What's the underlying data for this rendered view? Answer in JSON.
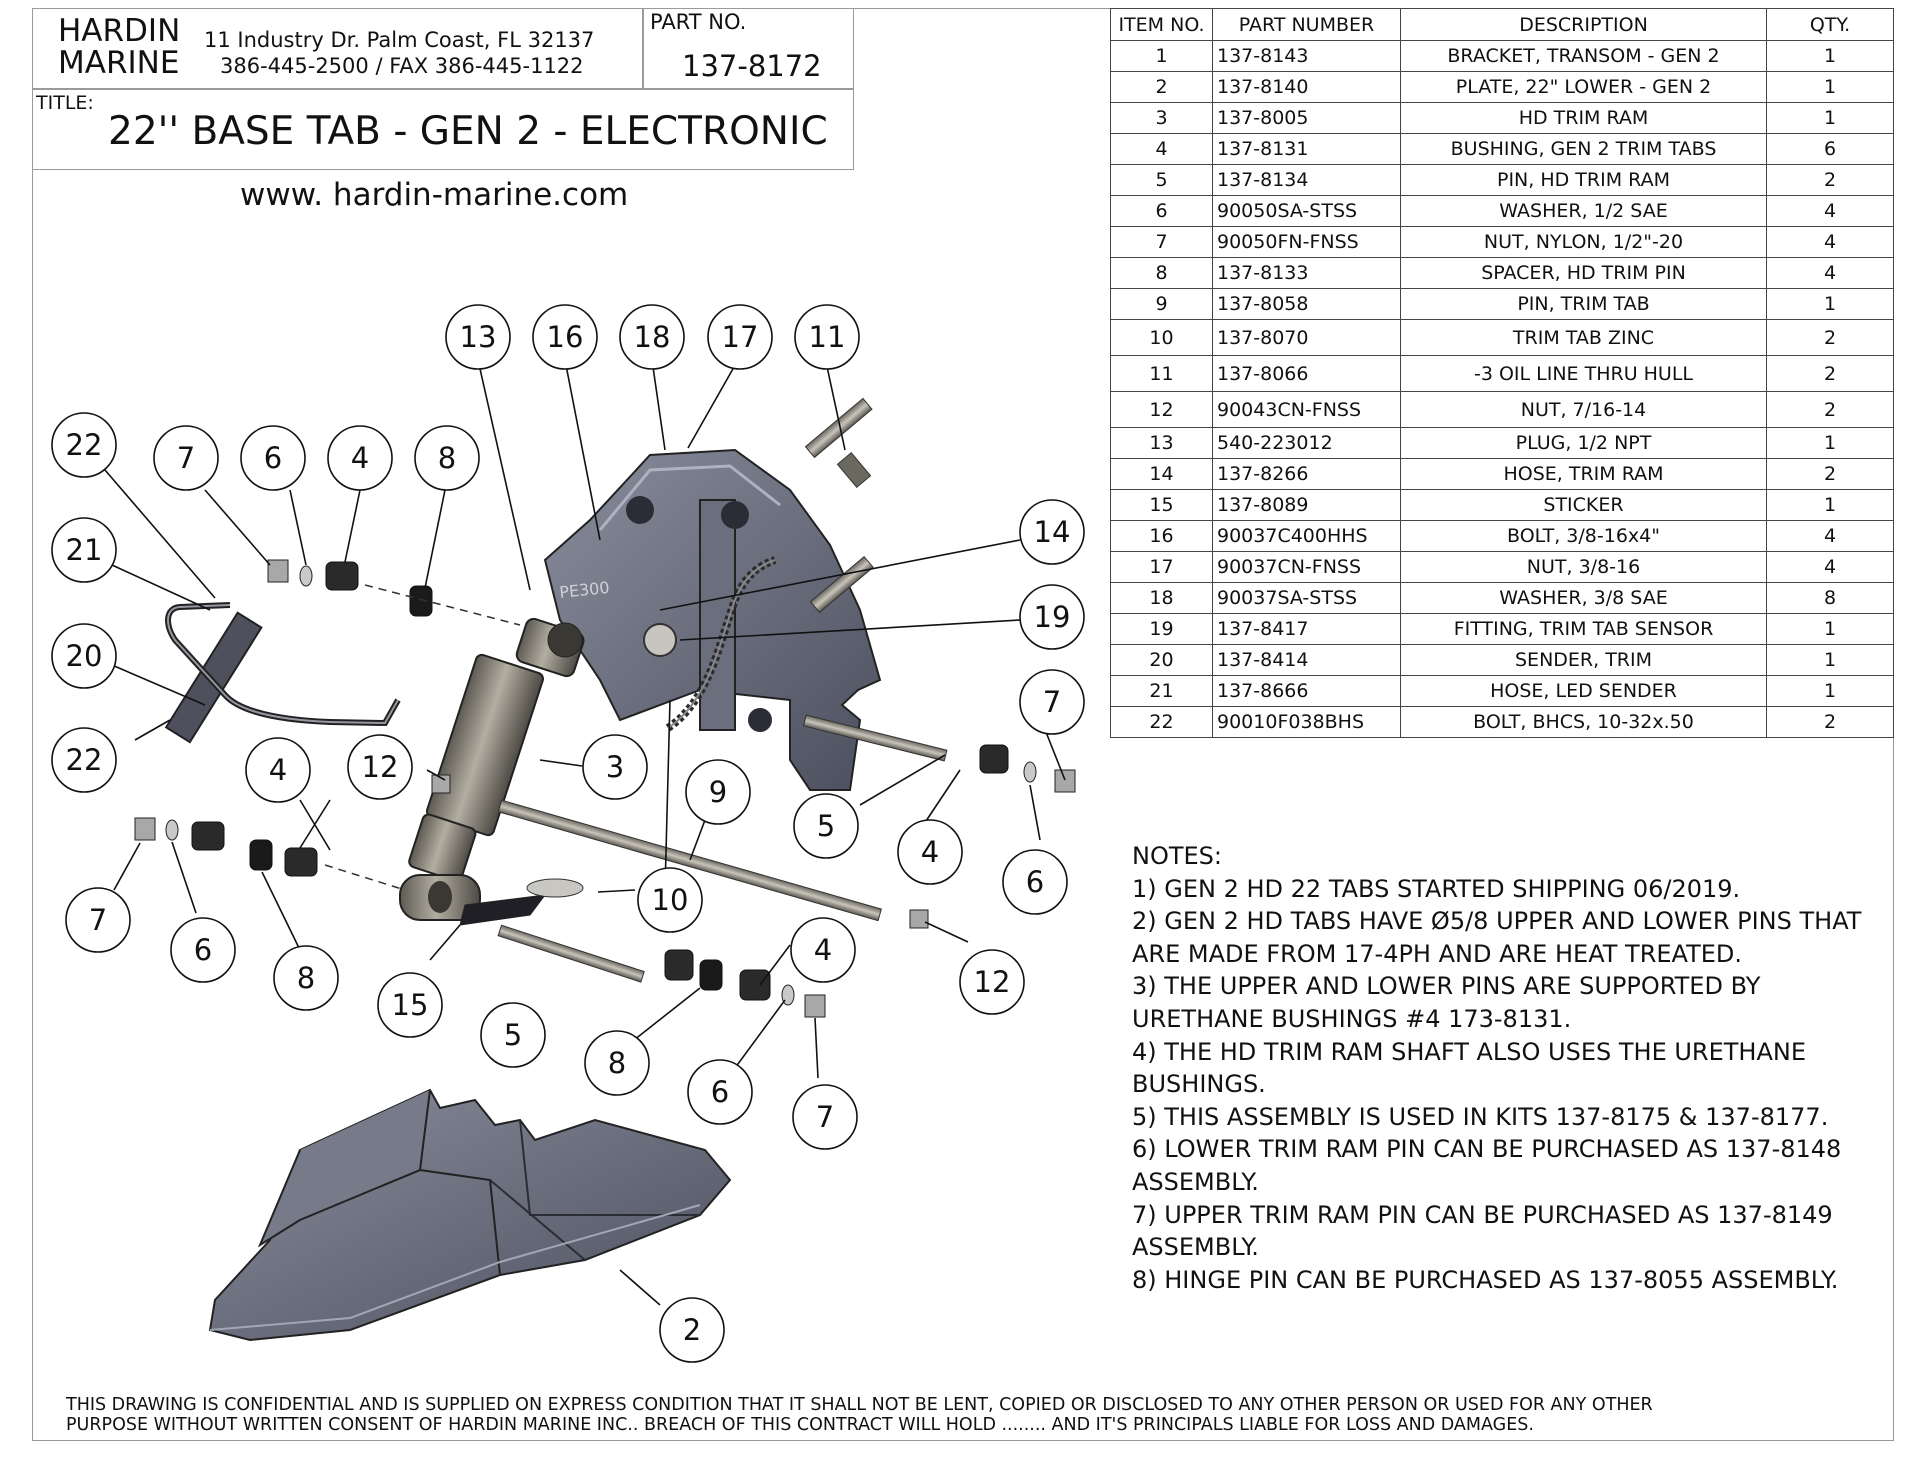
{
  "title_block": {
    "company_line1": "HARDIN",
    "company_line2": "MARINE",
    "address": "11 Industry Dr. Palm Coast, FL 32137",
    "phone": "386-445-2500 / FAX 386-445-1122",
    "part_no_label": "PART NO.",
    "part_no": "137-8172",
    "title_label": "TITLE:",
    "title": "22'' BASE TAB - GEN 2 - ELECTRONIC",
    "website": "www. hardin-marine.com"
  },
  "bom": {
    "headers": [
      "ITEM NO.",
      "PART NUMBER",
      "DESCRIPTION",
      "QTY."
    ],
    "rows": [
      {
        "item": "1",
        "part": "137-8143",
        "desc": "BRACKET, TRANSOM - GEN 2",
        "qty": "1"
      },
      {
        "item": "2",
        "part": "137-8140",
        "desc": "PLATE, 22\" LOWER - GEN 2",
        "qty": "1"
      },
      {
        "item": "3",
        "part": "137-8005",
        "desc": "HD TRIM RAM",
        "qty": "1"
      },
      {
        "item": "4",
        "part": "137-8131",
        "desc": "BUSHING, GEN 2 TRIM TABS",
        "qty": "6"
      },
      {
        "item": "5",
        "part": "137-8134",
        "desc": "PIN, HD TRIM RAM",
        "qty": "2"
      },
      {
        "item": "6",
        "part": "90050SA-STSS",
        "desc": "WASHER, 1/2 SAE",
        "qty": "4"
      },
      {
        "item": "7",
        "part": "90050FN-FNSS",
        "desc": "NUT, NYLON, 1/2\"-20",
        "qty": "4"
      },
      {
        "item": "8",
        "part": "137-8133",
        "desc": "SPACER, HD TRIM PIN",
        "qty": "4"
      },
      {
        "item": "9",
        "part": "137-8058",
        "desc": "PIN, TRIM TAB",
        "qty": "1"
      },
      {
        "item": "10",
        "part": "137-8070",
        "desc": "TRIM TAB ZINC",
        "qty": "2"
      },
      {
        "item": "11",
        "part": "137-8066",
        "desc": "-3 OIL LINE THRU HULL",
        "qty": "2"
      },
      {
        "item": "12",
        "part": "90043CN-FNSS",
        "desc": "NUT, 7/16-14",
        "qty": "2"
      },
      {
        "item": "13",
        "part": "540-223012",
        "desc": "PLUG, 1/2 NPT",
        "qty": "1"
      },
      {
        "item": "14",
        "part": "137-8266",
        "desc": "HOSE, TRIM RAM",
        "qty": "2"
      },
      {
        "item": "15",
        "part": "137-8089",
        "desc": "STICKER",
        "qty": "1"
      },
      {
        "item": "16",
        "part": "90037C400HHS",
        "desc": "BOLT, 3/8-16x4\"",
        "qty": "4"
      },
      {
        "item": "17",
        "part": "90037CN-FNSS",
        "desc": "NUT, 3/8-16",
        "qty": "4"
      },
      {
        "item": "18",
        "part": "90037SA-STSS",
        "desc": "WASHER, 3/8 SAE",
        "qty": "8"
      },
      {
        "item": "19",
        "part": "137-8417",
        "desc": "FITTING, TRIM TAB SENSOR",
        "qty": "1"
      },
      {
        "item": "20",
        "part": "137-8414",
        "desc": "SENDER, TRIM",
        "qty": "1"
      },
      {
        "item": "21",
        "part": "137-8666",
        "desc": "HOSE, LED SENDER",
        "qty": "1"
      },
      {
        "item": "22",
        "part": "90010F038BHS",
        "desc": "BOLT, BHCS, 10-32x.50",
        "qty": "2"
      }
    ]
  },
  "notes": {
    "heading": "NOTES:",
    "items": [
      "1) GEN 2 HD 22 TABS STARTED SHIPPING 06/2019.",
      "2) GEN 2 HD TABS HAVE Ø5/8 UPPER AND LOWER PINS THAT ARE MADE FROM 17-4PH AND ARE HEAT TREATED.",
      "3) THE UPPER AND LOWER PINS ARE SUPPORTED BY URETHANE BUSHINGS #4 173-8131.",
      "4) THE HD TRIM RAM SHAFT ALSO USES THE URETHANE BUSHINGS.",
      "5) THIS ASSEMBLY IS USED IN KITS 137-8175 & 137-8177.",
      "6) LOWER TRIM RAM PIN CAN BE PURCHASED AS 137-8148 ASSEMBLY.",
      "7) UPPER TRIM RAM PIN CAN BE PURCHASED AS 137-8149 ASSEMBLY.",
      "8) HINGE PIN CAN BE PURCHASED AS 137-8055 ASSEMBLY."
    ]
  },
  "disclaimer": {
    "line1": "THIS DRAWING IS CONFIDENTIAL AND IS SUPPLIED ON EXPRESS CONDITION THAT IT SHALL NOT BE LENT, COPIED OR DISCLOSED TO ANY OTHER PERSON OR USED FOR ANY OTHER",
    "line2": "PURPOSE WITHOUT WRITTEN  CONSENT OF HARDIN MARINE INC.. BREACH OF THIS CONTRACT WILL HOLD ........ AND IT'S PRINCIPALS LIABLE FOR LOSS AND DAMAGES."
  },
  "drawing": {
    "stamp": "PE300",
    "balloons": [
      "13",
      "16",
      "18",
      "17",
      "11",
      "22",
      "7",
      "6",
      "4",
      "8",
      "14",
      "21",
      "19",
      "20",
      "7",
      "22",
      "12",
      "3",
      "9",
      "4",
      "5",
      "4",
      "6",
      "7",
      "10",
      "6",
      "8",
      "15",
      "5",
      "4",
      "12",
      "8",
      "6",
      "7",
      "2"
    ]
  }
}
